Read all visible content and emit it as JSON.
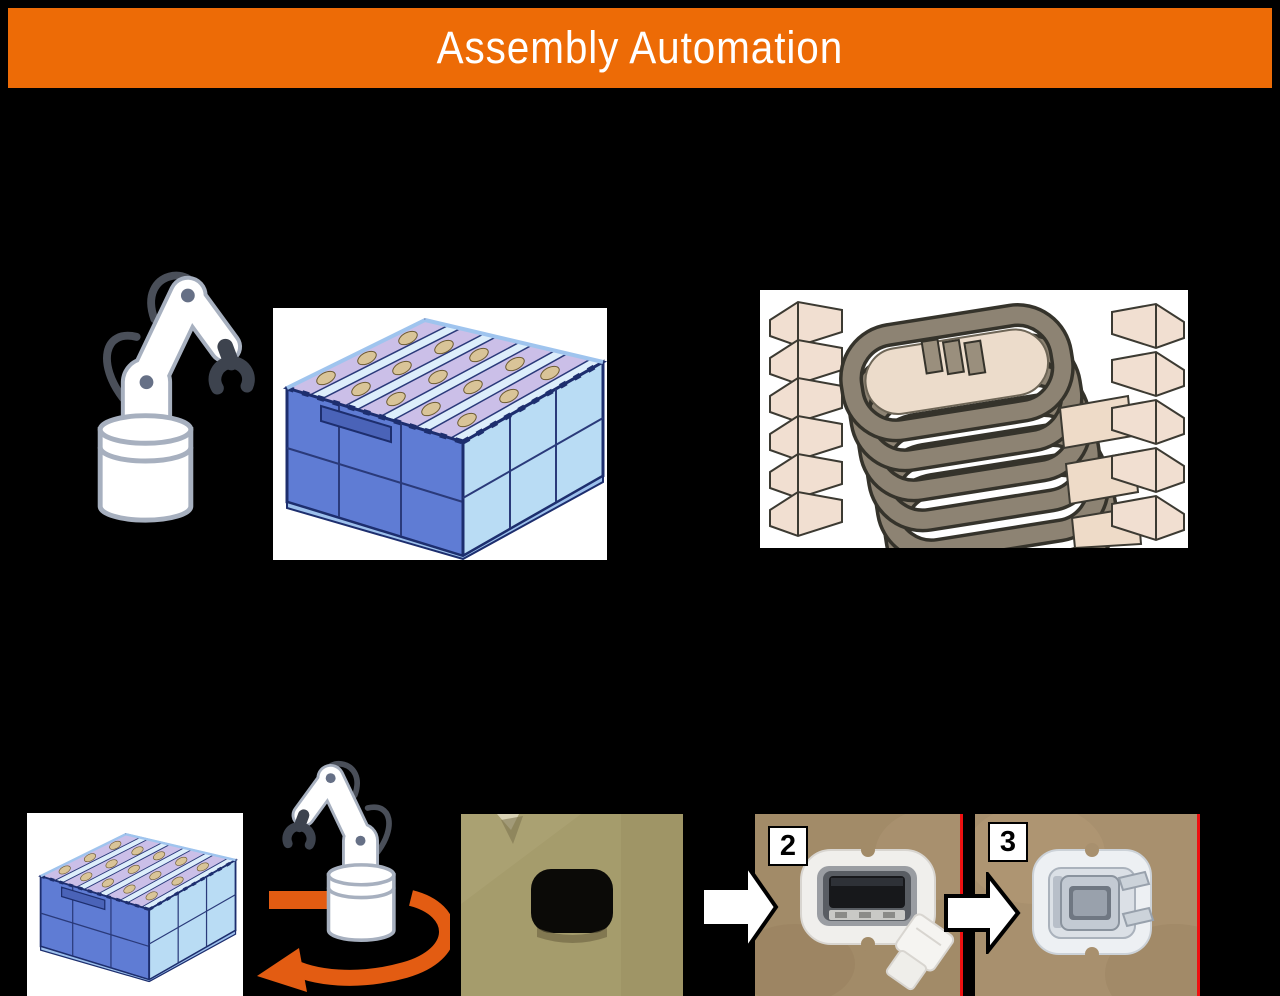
{
  "header": {
    "title": "Assembly Automation"
  },
  "steps": {
    "step2_label": "2",
    "step3_label": "3"
  },
  "colors": {
    "background": "#000000",
    "banner": "#ED6B06",
    "title_text": "#FFFFFF",
    "rotation_arrow": "#E35C12",
    "flow_arrow_fill": "#FFFFFF",
    "flow_arrow_outline": "#000000",
    "red_marker": "#EE1111",
    "crate_blue": "#5F7CD4",
    "crate_light_blue": "#B9DCF4",
    "tray_lavender": "#CBBFE8",
    "part_beige": "#EFDDD0",
    "stack_gray": "#8D8373",
    "cardboard_khaki": "#A59C6C",
    "cardboard_brown": "#A28B68"
  },
  "images": {
    "robot_arm_top": "robot-arm-illustration",
    "crate_top": "blue-parts-crate-cad",
    "stack_top": "stacked-clip-parts-cad",
    "crate_bottom": "blue-parts-crate-cad-small",
    "robot_arm_bottom": "robot-arm-rotating-illustration",
    "photo_step1": "cardboard-hole-photo",
    "photo_step2": "grommet-inserted-photo",
    "photo_step3": "clip-assembled-photo"
  }
}
